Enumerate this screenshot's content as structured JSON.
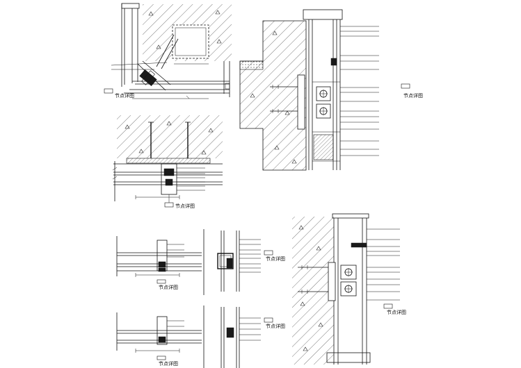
{
  "sheet": {
    "background": "#ffffff",
    "line_color": "#111111"
  },
  "labels": {
    "corner_detail": "节点详图",
    "wall_section_detail": "节点详图",
    "bracket_detail": "节点详图",
    "lower_wall_section_detail": "节点详图",
    "mullion_detail_1_horizontal": "节点详图",
    "mullion_detail_1_vertical": "节点详图",
    "mullion_detail_2_horizontal": "节点详图",
    "mullion_detail_2_vertical": "节点详图"
  }
}
